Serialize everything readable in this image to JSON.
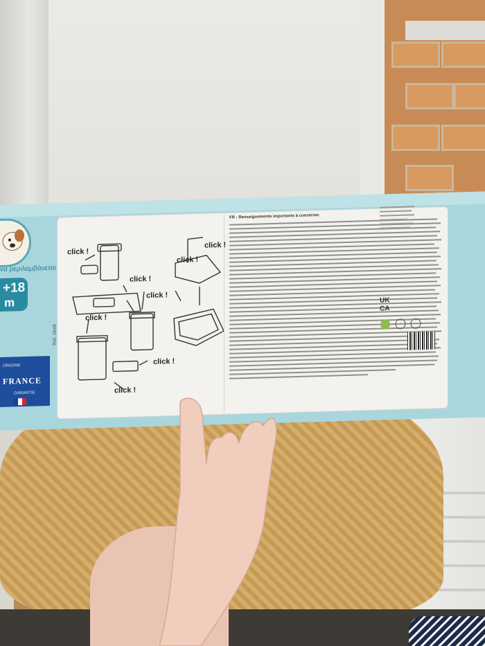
{
  "scene": {
    "description_tags": [
      "window",
      "brick wall",
      "woven pouf",
      "radiator",
      "hand holding box"
    ]
  },
  "box": {
    "tagline": "να ρεριλαμβάνεται",
    "age_range": "+18",
    "age_unit": "m",
    "origin_badge": {
      "top_text": "ORIGINE",
      "country": "FRANCE",
      "bottom_text": "GARANTIE"
    },
    "reference_code": "Réf. 2649",
    "instructions_header": "FR : Renseignements importants à conserver.",
    "click_labels": [
      "click !",
      "click !",
      "click !",
      "click !",
      "click !",
      "click !",
      "click !",
      "click !"
    ],
    "market_codes": [
      "UK",
      "CA"
    ]
  },
  "colors": {
    "box_blue": "#a9d6dc",
    "badge_blue": "#2a8aa2",
    "france_blue": "#1e4d9b"
  }
}
